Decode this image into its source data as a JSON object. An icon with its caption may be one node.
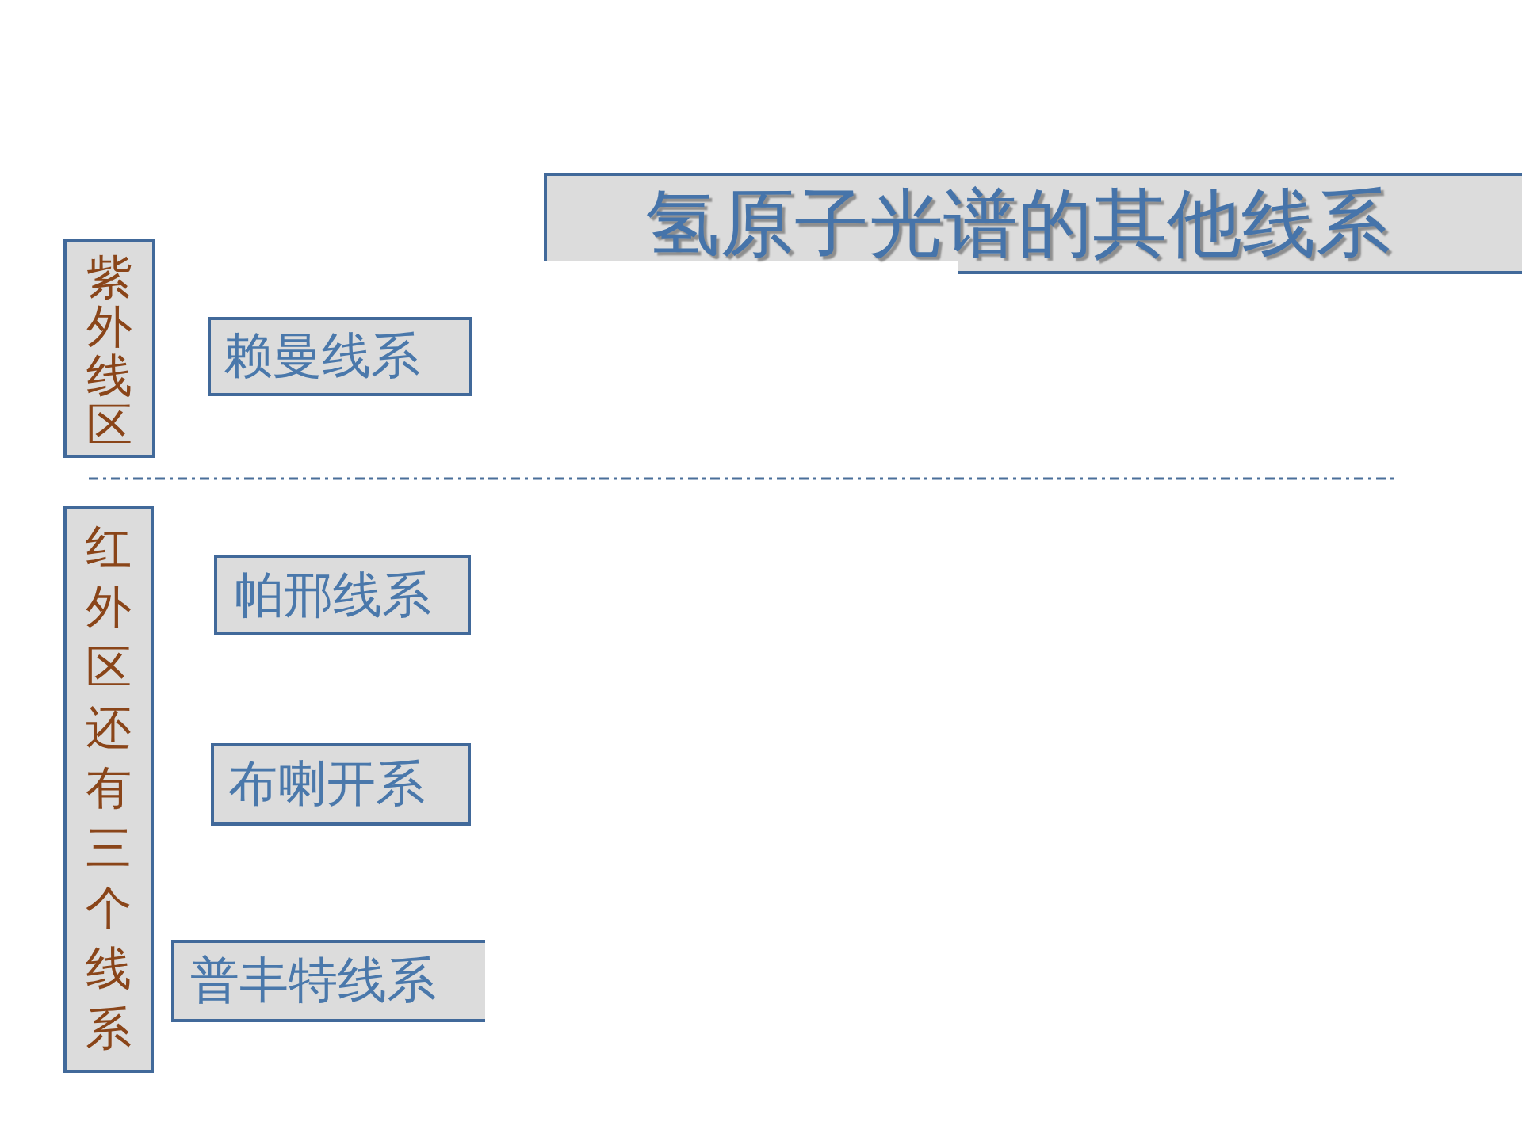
{
  "diagram": {
    "title": "氢原子光谱的其他线系",
    "nodes": [
      {
        "text": [
          "紫外线区"
        ]
      },
      {
        "text": [
          "赖曼线系"
        ]
      },
      {
        "text": [
          "红外区还有三个线系"
        ]
      },
      {
        "text": [
          "帕邢线系"
        ]
      },
      {
        "text": [
          "布喇开系"
        ]
      },
      {
        "text": [
          "普丰特线系"
        ]
      }
    ],
    "edges": []
  }
}
